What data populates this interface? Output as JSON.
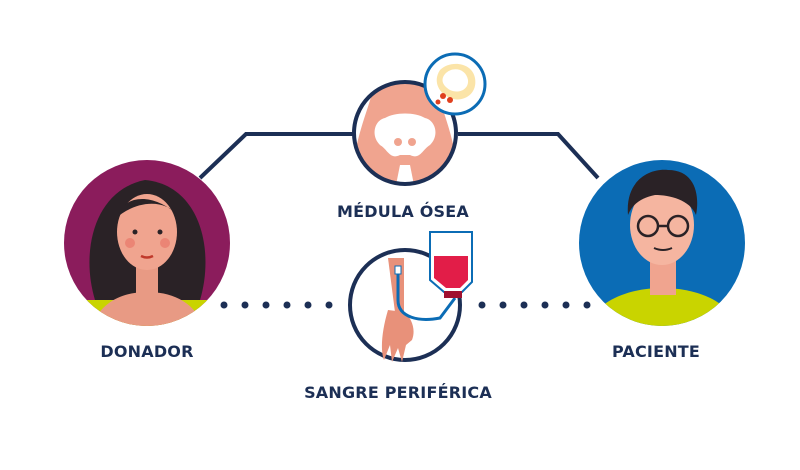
{
  "labels": {
    "donor": "DONADOR",
    "patient": "PACIENTE",
    "bone_marrow": "MÉDULA ÓSEA",
    "peripheral_blood": "SANGRE PERIFÉRICA"
  },
  "colors": {
    "navy": "#1c2f55",
    "donor_bg": "#8b1c5c",
    "patient_bg": "#0b6cb5",
    "skin": "#f0a48f",
    "blood": "#e21d48",
    "shirt": "#c9d400"
  }
}
